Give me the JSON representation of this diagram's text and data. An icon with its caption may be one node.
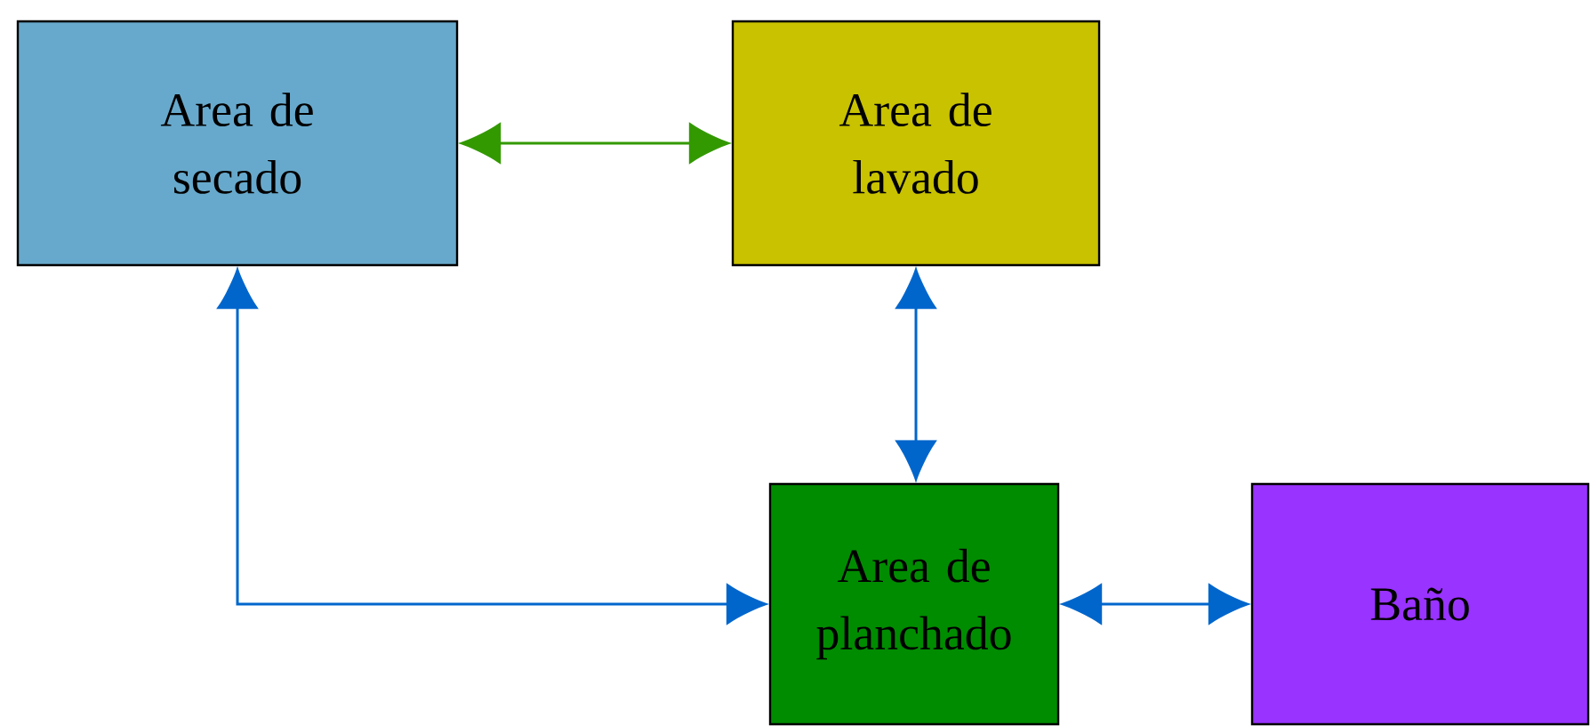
{
  "diagram": {
    "nodes": [
      {
        "text": [
          "Area de secado"
        ]
      },
      {
        "text": [
          "Area de lavado"
        ]
      },
      {
        "text": [
          "Area de planchado"
        ]
      },
      {
        "text": [
          "Baño"
        ]
      }
    ],
    "edges": [
      {
        "from": 0,
        "to": 1,
        "arrow": "both",
        "color": "#339900"
      },
      {
        "from": 1,
        "to": 2,
        "arrow": "both"
      },
      {
        "from": 0,
        "to": 2,
        "arrow": "both"
      },
      {
        "from": 2,
        "to": 3,
        "arrow": "both"
      }
    ]
  }
}
